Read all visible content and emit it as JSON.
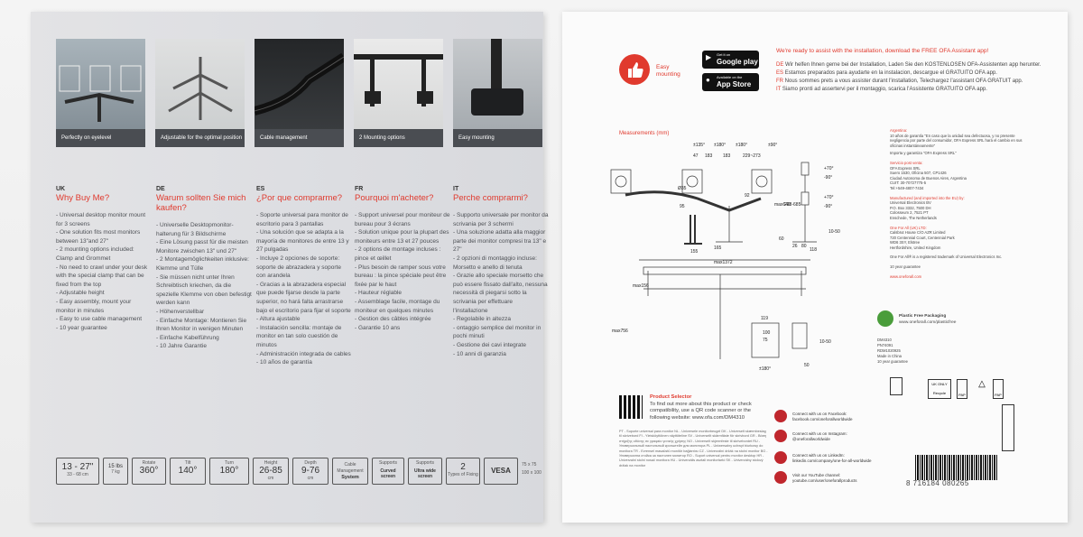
{
  "features": [
    {
      "caption": "Perfectly on eyelevel"
    },
    {
      "caption": "Adjustable for the optimal position"
    },
    {
      "caption": "Cable management"
    },
    {
      "caption": "2 Mounting options"
    },
    {
      "caption": "Easy mounting"
    }
  ],
  "columns": [
    {
      "code": "UK",
      "heading": "Why Buy Me?",
      "items": [
        "Universal desktop monitor mount for 3 screens",
        "One solution fits most monitors between 13\"and 27\"",
        "2 mounting options included: Clamp and Grommet",
        "No need to crawl under your desk with the special clamp that can be fixed from the top",
        "Adjustable height",
        "Easy assembly, mount your monitor in minutes",
        "Easy to use cable management",
        "10 year guarantee"
      ]
    },
    {
      "code": "DE",
      "heading": "Warum sollten Sie mich kaufen?",
      "items": [
        "Universelle Desktopmonitor-halterung für 3 Bildschirme",
        "Eine Lösung passt für die meisten Monitore zwischen 13\" und 27\"",
        "2 Montagemöglichkeiten inklusive: Klemme und Tülle",
        "Sie müssen nicht unter Ihren Schreibtisch kriechen, da die spezielle Klemme von oben befestigt werden kann",
        "Höhenverstellbar",
        "Einfache Montage: Montieren Sie Ihren Monitor in wenigen Minuten",
        "Einfache Kabelführung",
        "10 Jahre Garantie"
      ]
    },
    {
      "code": "ES",
      "heading": "¿Por que comprarme?",
      "items": [
        "Soporte universal para monitor de escritorio para 3 pantallas",
        "Una solución que se adapta a la mayoría de monitores de entre 13 y 27 pulgadas",
        "Incluye 2 opciones de soporte: soporte de abrazadera y soporte con arandela",
        "Gracias a la abrazadera especial que puede fijarse desde la parte superior, no hará falta arrastrarse bajo el escritorio para fijar el soporte",
        "Altura ajustable",
        "Instalación sencilla: montaje de monitor en tan solo cuestión de minutos",
        "Administración integrada de cables",
        "10 años de garantía"
      ]
    },
    {
      "code": "FR",
      "heading": "Pourquoi m'acheter?",
      "items": [
        "Support universel pour moniteur de bureau pour 3 écrans",
        "Solution unique pour la plupart des moniteurs entre 13 et 27 pouces",
        "2 options de montage incluses : pince et œillet",
        "Plus besoin de ramper sous votre bureau : la pince spéciale peut être fixée par le haut",
        "Hauteur réglable",
        "Assemblage facile, montage du moniteur en quelques minutes",
        "Gestion des câbles intégrée",
        "Garantie 10 ans"
      ]
    },
    {
      "code": "IT",
      "heading": "Perche comprarmi?",
      "items": [
        "Supporto universale per monitor da scrivania per 3 schermi",
        "Una soluzione adatta alla maggior parte dei monitor compresi tra 13\" e 27\"",
        "2 opzioni di montaggio incluse: Morsetto e anello di tenuta",
        "Grazie allo speciale morsetto che può essere fissato dall'alto, nessuna necessità di piegarsi sotto la scrivania per effettuare l'installazione",
        "Regolabile in altezza",
        "ontaggio semplice del monitor in pochi minuti",
        "Gestione dei cavi integrate",
        "10 anni di garanzia"
      ]
    }
  ],
  "specs": {
    "size": "13 - 27\"",
    "size_cm": "33 - 68 cm",
    "weight": "15 lbs",
    "weight_kg": "7 kg",
    "rotate_label": "Rotate",
    "rotate": "360°",
    "tilt_label": "Tilt",
    "tilt": "140°",
    "turn_label": "Turn",
    "turn": "180°",
    "height_label": "Height",
    "height": "26-85",
    "height_unit": "cm",
    "depth_label": "Depth",
    "depth": "9-76",
    "depth_unit": "cm",
    "cable_1": "Cable",
    "cable_2": "Management",
    "cable_3": "System",
    "supports_label": "Supports",
    "curved": "Curved screen",
    "ultrawide": "Ultra wide screen",
    "fixing_count": "2",
    "fixing_label": "Types of Fixing",
    "vesa": "VESA",
    "vesa_1": "75 x 75",
    "vesa_2": "100 x 100"
  },
  "right": {
    "easy_1": "Easy",
    "easy_2": "mounting",
    "gp_small": "Get it on",
    "gp_big": "Google play",
    "as_small": "Available on the",
    "as_big": "App Store",
    "assist_title": "We're ready to assist with the installation, download the FREE OFA Assistant app!",
    "assist": [
      {
        "code": "DE",
        "text": "Wir helfen Ihnen gerne bei der Installation, Laden Sie den KOSTENLOSEN OFA-Assistenten app herunter."
      },
      {
        "code": "ES",
        "text": "Estamos preparados para ayudarte en la instalacion, descargue el GRATUITO OFA app."
      },
      {
        "code": "FR",
        "text": "Nous sommes prets a vous assister durant l'installation, Telechargez l'assistant OFA GRATUIT app."
      },
      {
        "code": "IT",
        "text": "Siamo pronti ad assertervi per il montaggio, scarica l'Assistente GRATUITO OFA app."
      }
    ],
    "meas_title": "Measurements",
    "meas_unit": "(mm)",
    "angles": [
      "±135°",
      "±180°",
      "±180°",
      "±90°",
      "+70°",
      "-90°",
      "+70°",
      "-90°",
      "±180°"
    ],
    "dims": [
      "47",
      "183",
      "183",
      "229~273",
      "Ø35",
      "95",
      "26",
      "80",
      "165",
      "155",
      "60",
      "10-50",
      "max1372",
      "max156",
      "max756",
      "119",
      "100",
      "75",
      "10-50",
      "50",
      "92",
      "118",
      "298-685",
      "max640"
    ],
    "argentina_title": "Argentina:",
    "argentina": "10 años de garantía \"En caso que la unidad sea defectuosa, y no presente negligencia por parte del consumidor, OFA Express SRL hará el cambio en sus oficinas instantáneamente\"",
    "importer": "Importa y garantiza \"OFA Express SRL\"",
    "service_title": "Servicio post venta:",
    "service": [
      "OFA Express SRL",
      "Suero 1530, Oficina 507, CP1426",
      "Ciudad Autonoma de Buenos Aires, Argentina",
      "CUIT: 30-70727775-5",
      "Tel:+549-4807-7434"
    ],
    "eu_title": "Manufactured (and imported into the EU) by:",
    "eu": [
      "Universal Electronics BV",
      "P.O. Box 3332, 7500 DH",
      "Colosseum 2, 7521 PT",
      "Enschede, The Netherlands"
    ],
    "uk_title": "One For All (UK) LTD:",
    "uk": [
      "Calsbrut House C/O AZR Limited",
      "720 Centennial Court, Centennial Park",
      "WD6 3SY, Elstree",
      "Hertfordshire, United Kingdom"
    ],
    "trademark": "One For All® is a registered trademark of Universal Electronics Inc.",
    "warranty": "10 year guarantee",
    "website": "www.oneforall.com",
    "plastic_title": "Plastic Free Packaging",
    "plastic_url": "www.oneforall.com/plasticfree",
    "product": [
      "DM4310",
      "PN74091",
      "RDM1020925",
      "Made in China",
      "10 year guarantee"
    ],
    "selector_title": "Product Selector",
    "selector": "To find out more about this product or check compatibility, use a QR code scanner or the following website: www.ofa.com/DM4310",
    "languages": "PT - Suporte universal para monitor NL - Universele monitorbeugel DK - Universelt skærmbeslag til skrivebord FI - Yleisköyttöinen näyttöteline SV - Universellt skärmfäste för skrivbord GR - Βάση στήριξης οθόνης σε γραφείο γενικής χρήσης NO - Universelt skjermfeste til skrivebordet RU - Универсальный настольный кронштейн для монитора PL - Uniwersalny uchwyt biurkowy do monitora TR - Evrensel masaüstü monitör bağlantısı CZ - Univerzální držák na stolní monitor BG - Универсална стойка за настолен монитор RO - Suport universal pentru monitor desktop HR - Univerzalni stolni nosač monitora HU - Univerzális asztali monitortartó SK - Univerzálny stolový držiak na monitor",
    "social": [
      {
        "l1": "Connect with us on Facebook:",
        "l2": "facebook.com/oneforallworldwide"
      },
      {
        "l1": "Connect with us on Instagram:",
        "l2": "@oneforallworldwide"
      },
      {
        "l1": "Connect with us on LinkedIn:",
        "l2": "linkedin.com/company/one-for-all-worldwide"
      },
      {
        "l1": "Visit our YouTube channel:",
        "l2": "youtube.com/user/oneforallproducts"
      }
    ],
    "barcode": "8  716184  080265",
    "recycle": [
      "UK ONLY",
      "Recycle",
      "PAP",
      "PAP"
    ]
  },
  "colors": {
    "accent": "#e03a2e",
    "dark": "#4a4d52"
  }
}
